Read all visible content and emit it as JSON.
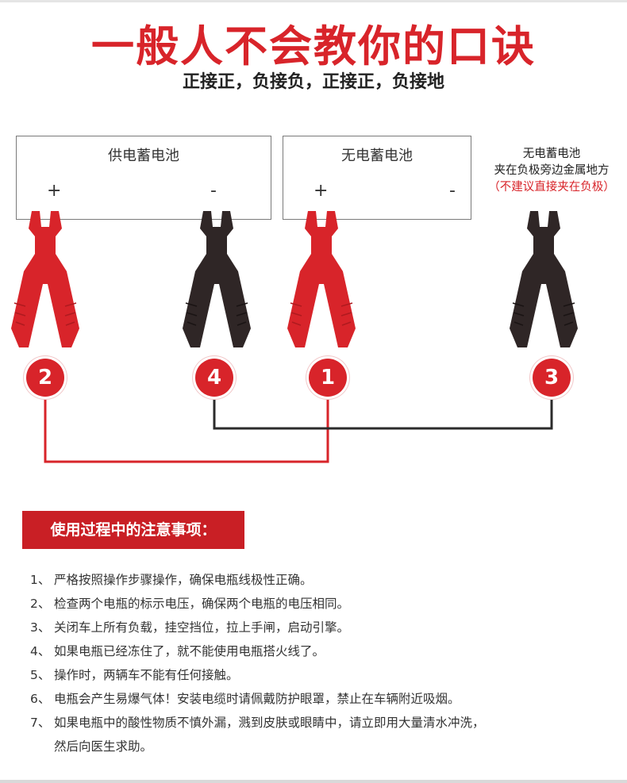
{
  "header": {
    "title": "一般人不会教你的口诀",
    "subtitle": "正接正，负接负，正接正，负接地"
  },
  "diagram": {
    "supply_battery": {
      "label": "供电蓄电池",
      "plus": "+",
      "minus": "-"
    },
    "dead_battery": {
      "label": "无电蓄电池",
      "plus": "+",
      "minus": "-"
    },
    "ground_note": {
      "line1": "无电蓄电池",
      "line2": "夹在负极旁边金属地方",
      "warning": "（不建议直接夹在负极）"
    },
    "badges": [
      "2",
      "4",
      "1",
      "3"
    ],
    "colors": {
      "red": "#d8242a",
      "black": "#2f2626",
      "red_wire": "#d8242a",
      "black_wire": "#2b2b2b"
    }
  },
  "notes": {
    "heading": "使用过程中的注意事项：",
    "items": [
      {
        "num": "1、",
        "text": "严格按照操作步骤操作，确保电瓶线极性正确。"
      },
      {
        "num": "2、",
        "text": "检查两个电瓶的标示电压，确保两个电瓶的电压相同。"
      },
      {
        "num": "3、",
        "text": "关闭车上所有负载，挂空挡位，拉上手闸，启动引擎。"
      },
      {
        "num": "4、",
        "text": "如果电瓶已经冻住了，就不能使用电瓶搭火线了。"
      },
      {
        "num": "5、",
        "text": "操作时，两辆车不能有任何接触。"
      },
      {
        "num": "6、",
        "text": "电瓶会产生易爆气体！安装电缆时请佩戴防护眼罩，禁止在车辆附近吸烟。"
      },
      {
        "num": "7、",
        "text": "如果电瓶中的酸性物质不慎外漏，溅到皮肤或眼睛中，请立即用大量清水冲洗，"
      },
      {
        "num": "",
        "text": "然后向医生求助。"
      }
    ]
  }
}
